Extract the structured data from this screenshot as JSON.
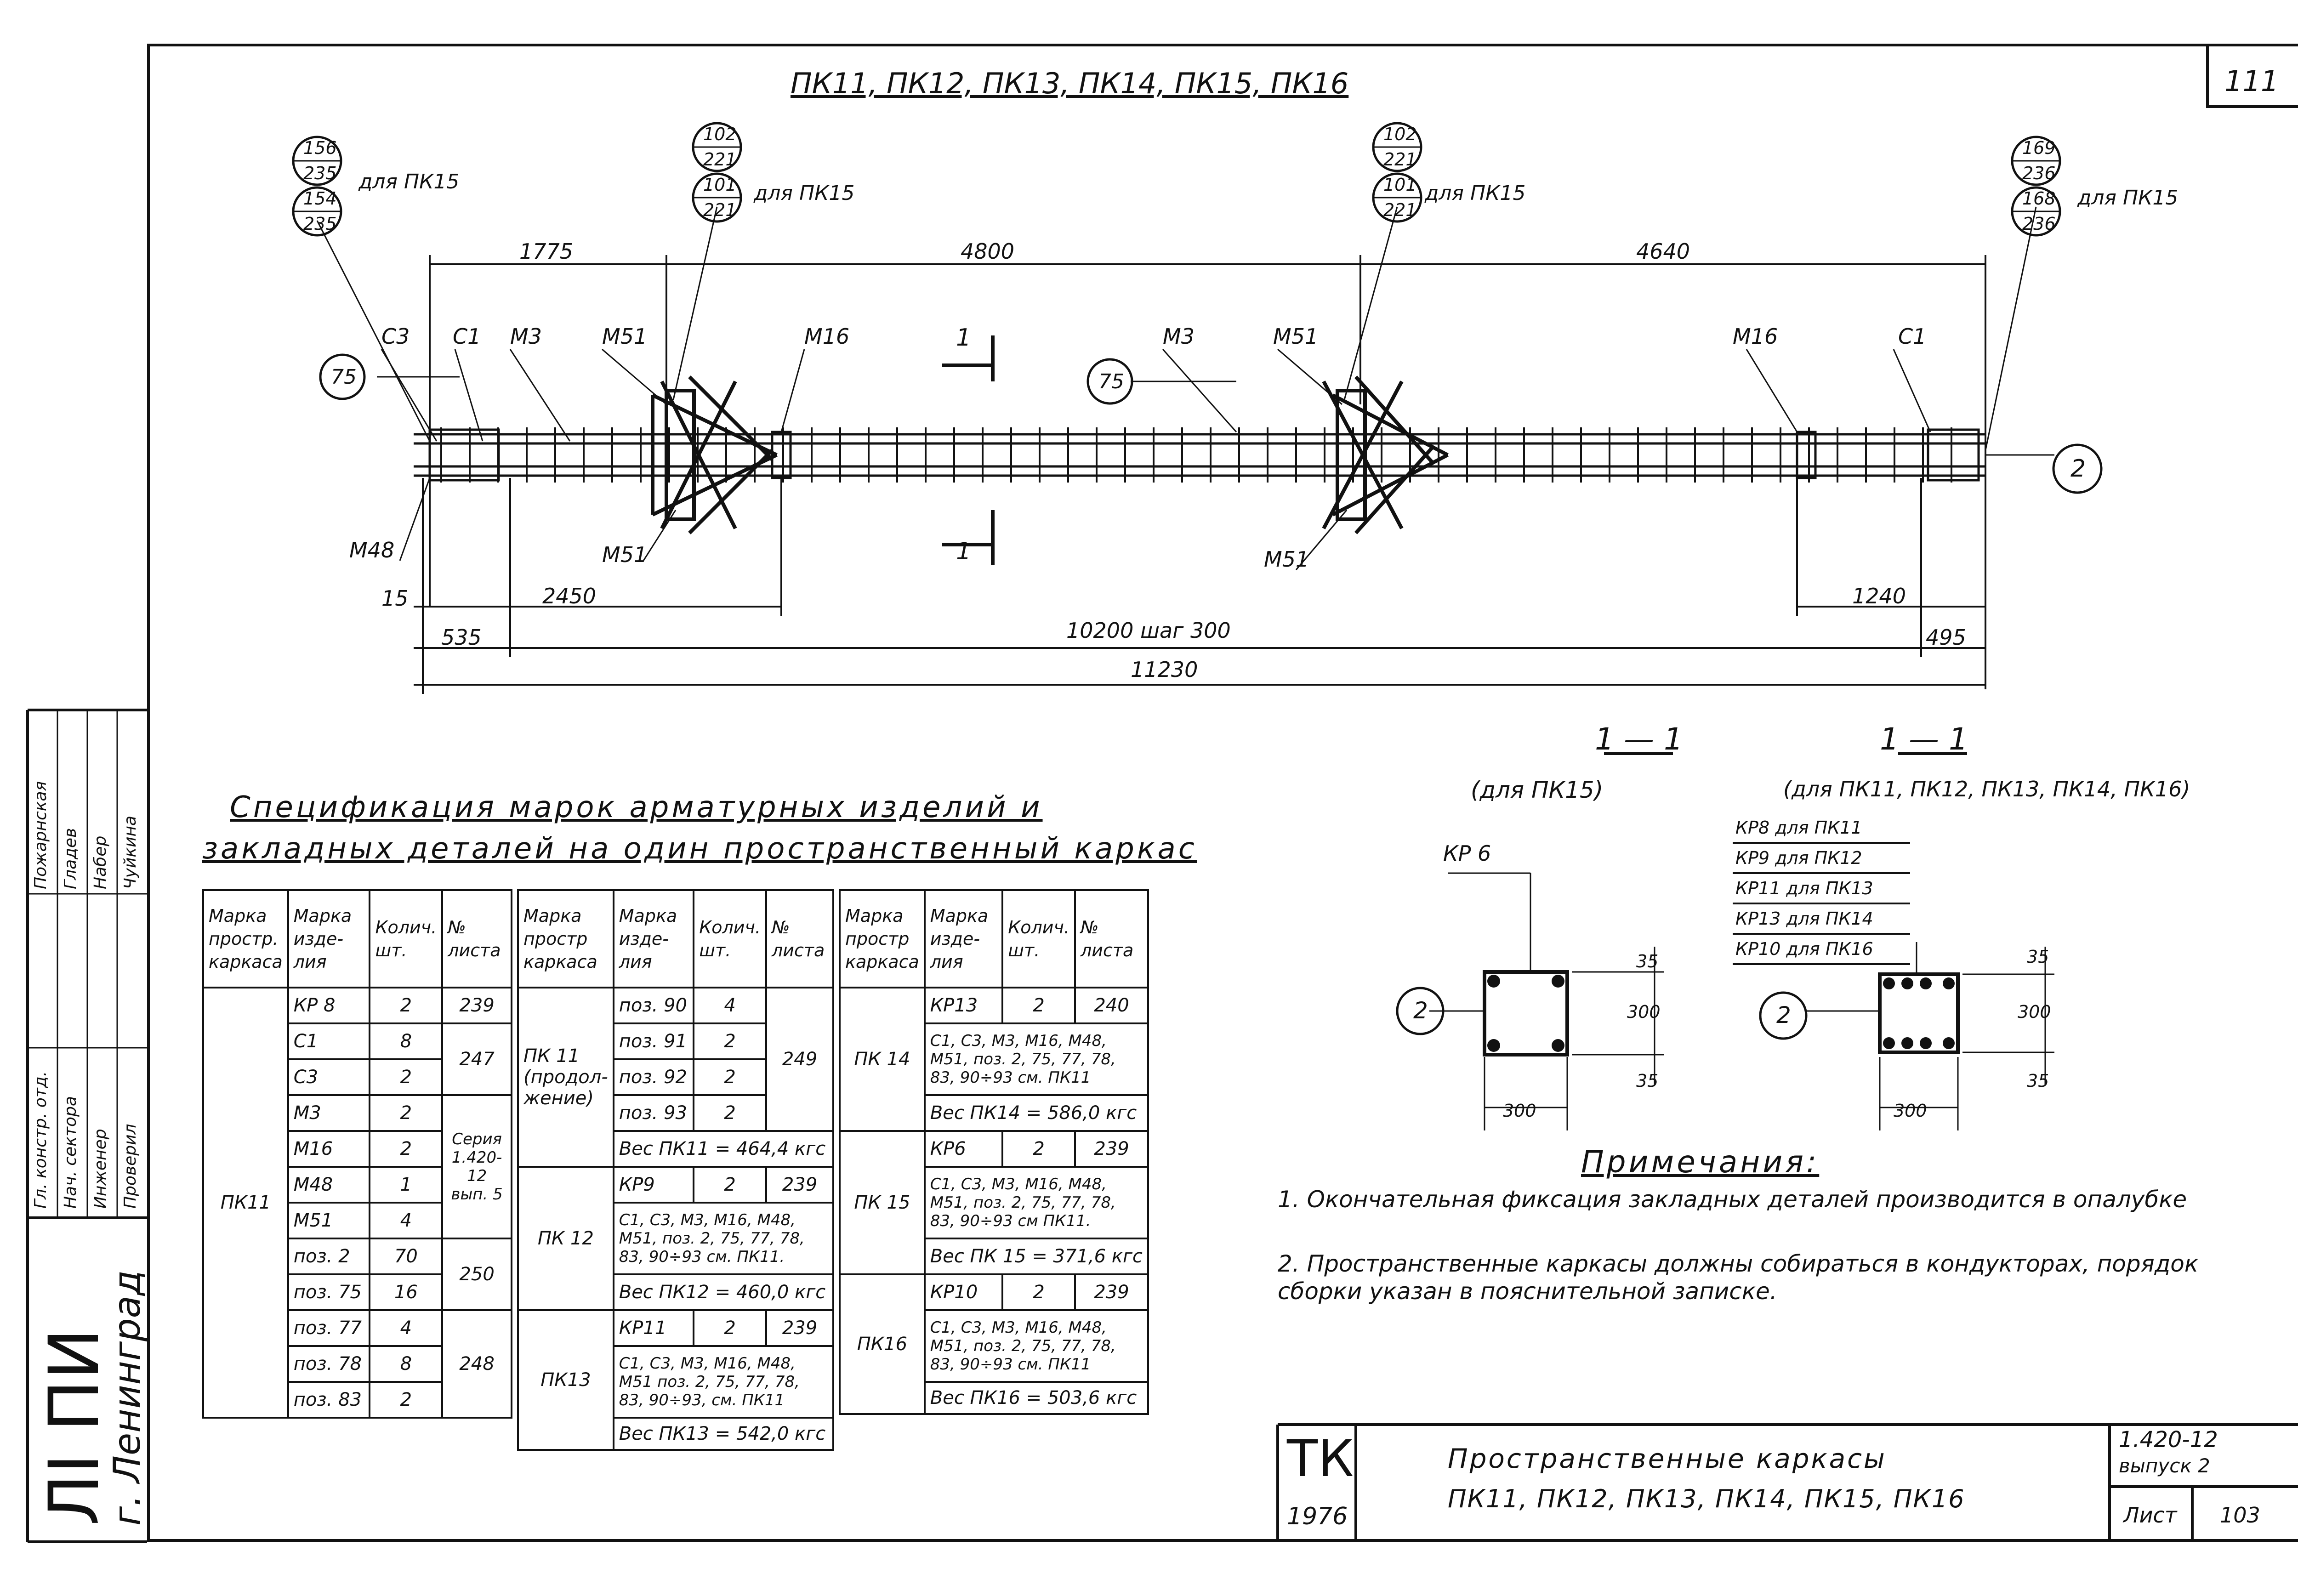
{
  "sheet_number_corner": "111",
  "main_title": "ПК11, ПК12, ПК13, ПК14, ПК15, ПК16",
  "callouts": {
    "left_top": {
      "num": "156",
      "den": "235"
    },
    "left_bottom": {
      "num": "154",
      "den": "235"
    },
    "left_note": "для ПК15",
    "mid1_top": {
      "num": "102",
      "den": "221"
    },
    "mid1_bottom": {
      "num": "101",
      "den": "221"
    },
    "mid1_note": "для ПК15",
    "mid2_top": {
      "num": "102",
      "den": "221"
    },
    "mid2_bottom": {
      "num": "101",
      "den": "221"
    },
    "mid2_note": "для ПК15",
    "right_top": {
      "num": "169",
      "den": "236"
    },
    "right_bottom": {
      "num": "168",
      "den": "236"
    },
    "right_note": "для ПК15",
    "pos75_left": "75",
    "pos75_mid": "75",
    "axis2": "2"
  },
  "dimensions": {
    "d1775": "1775",
    "d4800": "4800",
    "d4640": "4640",
    "d15": "15",
    "d2450": "2450",
    "d1240": "1240",
    "d535": "535",
    "d10200": "10200  шаг 300",
    "d495": "495",
    "d11230": "11230"
  },
  "part_labels": {
    "c3": "С3",
    "c1a": "С1",
    "m3a": "М3",
    "m51a": "М51",
    "m16a": "М16",
    "m3b": "М3",
    "m51b": "М51",
    "m16b": "М16",
    "c1b": "С1",
    "m48": "М48",
    "m51c": "М51",
    "m51d": "М51",
    "section_mark": "1"
  },
  "sections": {
    "s1_title": "1 — 1",
    "s1_sub": "(для ПК15)",
    "s1_kp": "КР 6",
    "s1_axis": "2",
    "s1_dims": {
      "top": "35",
      "mid": "300",
      "bot": "35",
      "width": "300"
    },
    "s2_title": "1 — 1",
    "s2_sub": "(для ПК11, ПК12, ПК13, ПК14, ПК16)",
    "s2_axis": "2",
    "s2_dims": {
      "top": "35",
      "mid": "300",
      "bot": "35",
      "width": "300"
    },
    "kp_list": [
      "КР8 для ПК11",
      "КР9 для ПК12",
      "КР11 для ПК13",
      "КР13 для ПК14",
      "КР10 для ПК16"
    ]
  },
  "spec_title_line1": "Спецификация марок арматурных изделий и",
  "spec_title_line2": "закладных деталей на один пространственный каркас",
  "table1": {
    "headers": [
      "Марка простр. каркаса",
      "Марка изде-лия",
      "Колич. шт.",
      "№ листа"
    ],
    "group": "ПК11",
    "rows": [
      {
        "item": "КР 8",
        "qty": "2",
        "sheet": "239"
      },
      {
        "item": "С1",
        "qty": "8",
        "sheet": "247"
      },
      {
        "item": "С3",
        "qty": "2",
        "sheet": ""
      },
      {
        "item": "М3",
        "qty": "2",
        "sheet": "Серия 1.420-12 вып. 5"
      },
      {
        "item": "М16",
        "qty": "2",
        "sheet": ""
      },
      {
        "item": "М48",
        "qty": "1",
        "sheet": ""
      },
      {
        "item": "М51",
        "qty": "4",
        "sheet": ""
      },
      {
        "item": "поз. 2",
        "qty": "70",
        "sheet": "250"
      },
      {
        "item": "поз. 75",
        "qty": "16",
        "sheet": ""
      },
      {
        "item": "поз. 77",
        "qty": "4",
        "sheet": "248"
      },
      {
        "item": "поз. 78",
        "qty": "8",
        "sheet": ""
      },
      {
        "item": "поз. 83",
        "qty": "2",
        "sheet": ""
      }
    ]
  },
  "table2": {
    "headers": [
      "Марка простр каркаса",
      "Марка изде-лия",
      "Колич. шт.",
      "№ листа"
    ],
    "pk11_cont": "ПК 11 (продол-жение)",
    "pk11_rows": [
      {
        "item": "поз. 90",
        "qty": "4"
      },
      {
        "item": "поз. 91",
        "qty": "2"
      },
      {
        "item": "поз. 92",
        "qty": "2"
      },
      {
        "item": "поз. 93",
        "qty": "2"
      }
    ],
    "pk11_sheet": "249",
    "pk11_weight": "Вес ПК11 = 464,4 кгс",
    "pk12": "ПК 12",
    "pk12_kp": "КР9",
    "pk12_qty": "2",
    "pk12_sheet": "239",
    "pk12_list": "С1, С3, М3, М16, М48, М51, поз. 2, 75, 77, 78, 83, 90÷93 см. ПК11.",
    "pk12_weight": "Вес ПК12 = 460,0 кгс",
    "pk13": "ПК13",
    "pk13_kp": "КР11",
    "pk13_qty": "2",
    "pk13_sheet": "239",
    "pk13_list": "С1, С3, М3, М16, М48, М51 поз. 2, 75, 77, 78, 83, 90÷93, см. ПК11",
    "pk13_weight": "Вес ПК13 = 542,0 кгс"
  },
  "table3": {
    "headers": [
      "Марка простр каркаса",
      "Марка изде-лия",
      "Колич. шт.",
      "№ листа"
    ],
    "pk14": "ПК 14",
    "pk14_kp": "КР13",
    "pk14_qty": "2",
    "pk14_sheet": "240",
    "pk14_list": "С1, С3, М3, М16, М48, М51, поз. 2, 75, 77, 78, 83, 90÷93 см. ПК11",
    "pk14_weight": "Вес ПК14 = 586,0 кгс",
    "pk15": "ПК 15",
    "pk15_kp": "КР6",
    "pk15_qty": "2",
    "pk15_sheet": "239",
    "pk15_list": "С1, С3, М3, М16, М48, М51, поз. 2, 75, 77, 78, 83, 90÷93 см ПК11.",
    "pk15_weight": "Вес ПК 15 = 371,6 кгс",
    "pk16": "ПК16",
    "pk16_kp": "КР10",
    "pk16_qty": "2",
    "pk16_sheet": "239",
    "pk16_list": "С1, С3, М3, М16, М48, М51, поз. 2, 75, 77, 78, 83, 90÷93 см. ПК11",
    "pk16_weight": "Вес ПК16 = 503,6 кгс"
  },
  "notes": {
    "title": "Примечания:",
    "n1": "1. Окончательная фиксация закладных деталей производится в опалубке",
    "n2": "2. Пространственные каркасы должны собираться в кондукторах, порядок сборки указан в пояснительной записке."
  },
  "stamp": {
    "tk": "ТК",
    "year": "1976",
    "title_line1": "Пространственные каркасы",
    "title_line2": "ПК11, ПК12, ПК13, ПК14, ПК15, ПК16",
    "series": "1.420-12",
    "issue": "выпуск 2",
    "sheet_label": "Лист",
    "sheet_no": "103"
  },
  "side_stamp": {
    "org": "ЛІ ПИ",
    "city": "г. Ленинград",
    "roles": [
      "Гл. констр. отд.",
      "Нач. сектора",
      "Инженер",
      "Проверил"
    ],
    "names": [
      "Пожарнская",
      "Гладев",
      "Набер",
      "Чуйкина"
    ]
  }
}
